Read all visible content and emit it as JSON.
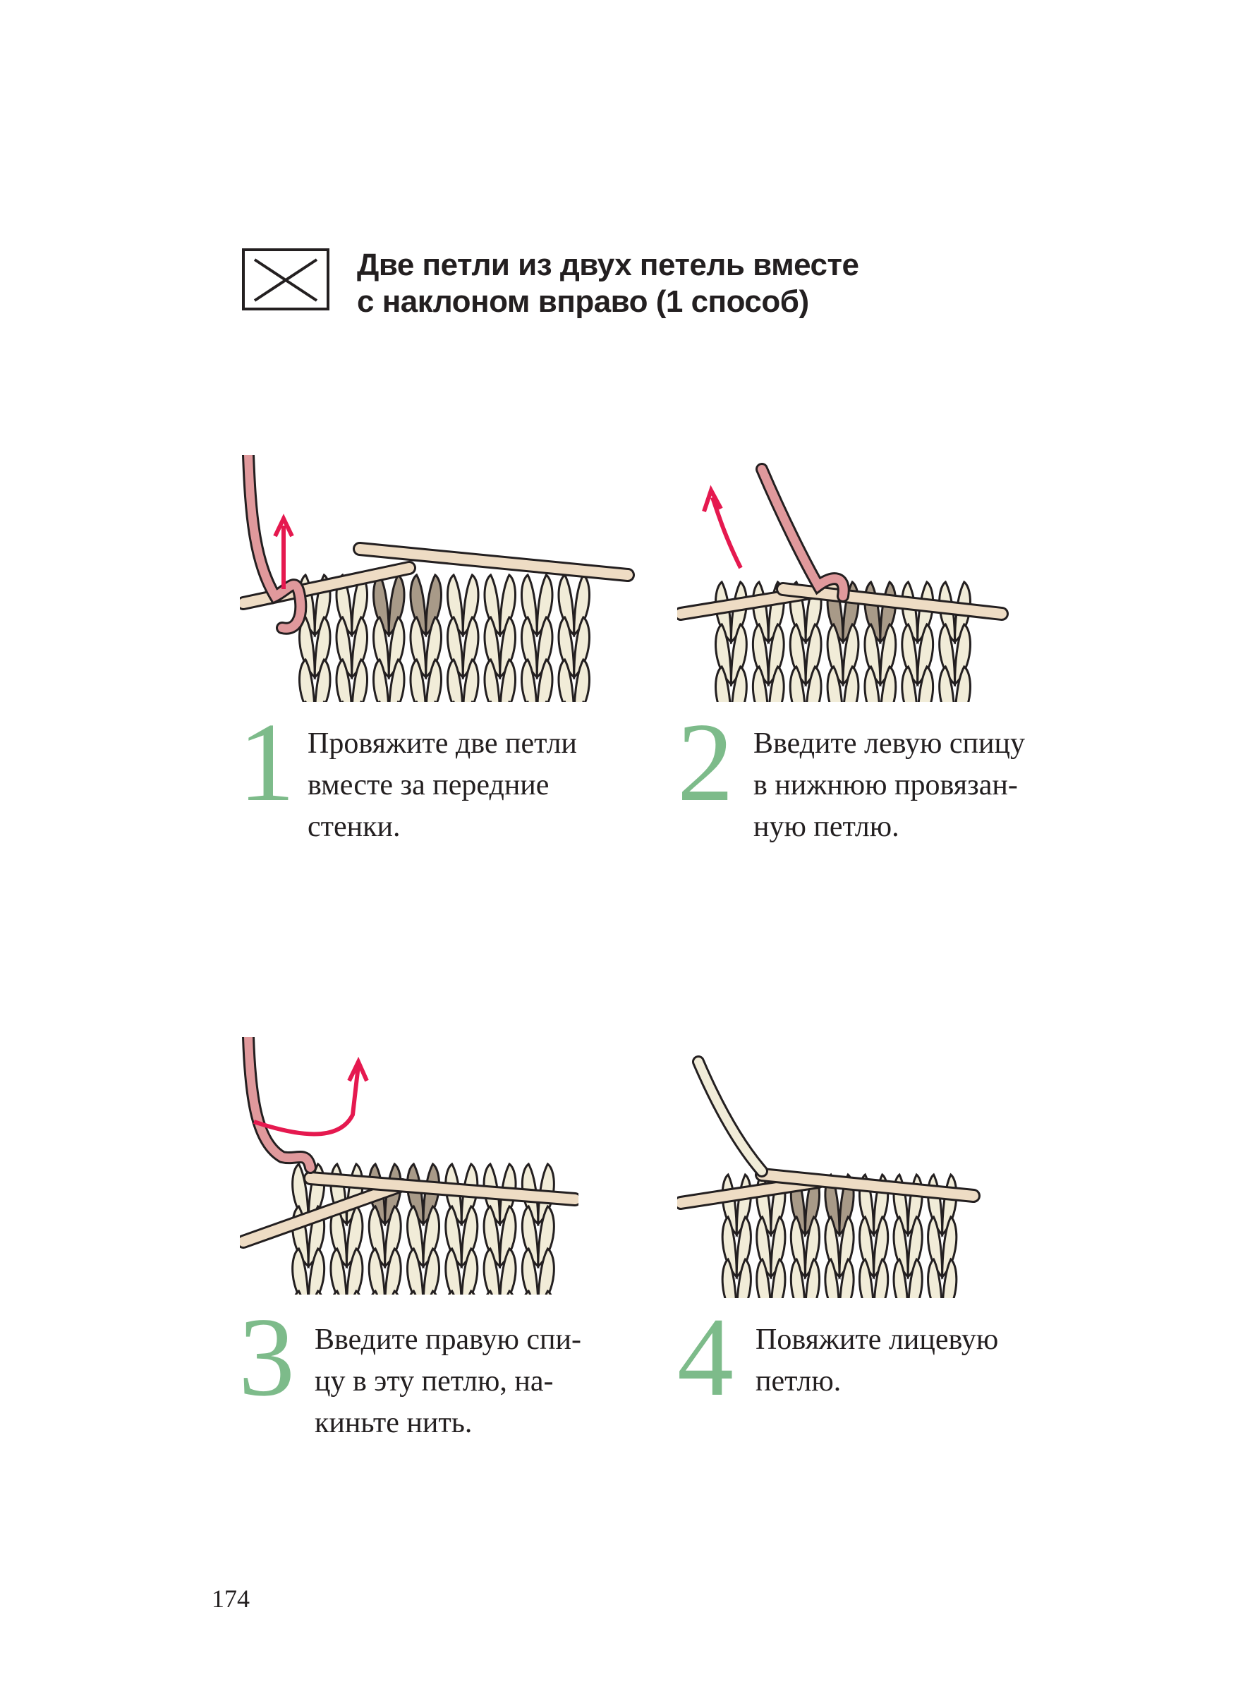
{
  "title": {
    "symbol_icon": "cross-in-box-chart-symbol",
    "lines": [
      "Две петли из двух петель вместе",
      "с наклоном вправо (1 способ)"
    ]
  },
  "steps": [
    {
      "number": "1",
      "lines": [
        "Провяжите две петли",
        "вместе за передние",
        "стенки."
      ]
    },
    {
      "number": "2",
      "lines": [
        "Введите левую спицу",
        "в нижнюю провязан-",
        "ную петлю."
      ]
    },
    {
      "number": "3",
      "lines": [
        "Введите правую спи-",
        "цу в эту петлю, на-",
        "киньте нить."
      ]
    },
    {
      "number": "4",
      "lines": [
        "Повяжите лицевую",
        "петлю."
      ]
    }
  ],
  "colors": {
    "accent_green": "#7dbb8a",
    "yarn_pink": "#e0999c",
    "arrow_red": "#e5194f",
    "stitch_cream": "#f1ecd8",
    "stitch_taupe": "#a89a88",
    "needle": "#eedcc4"
  },
  "page_number": "174"
}
